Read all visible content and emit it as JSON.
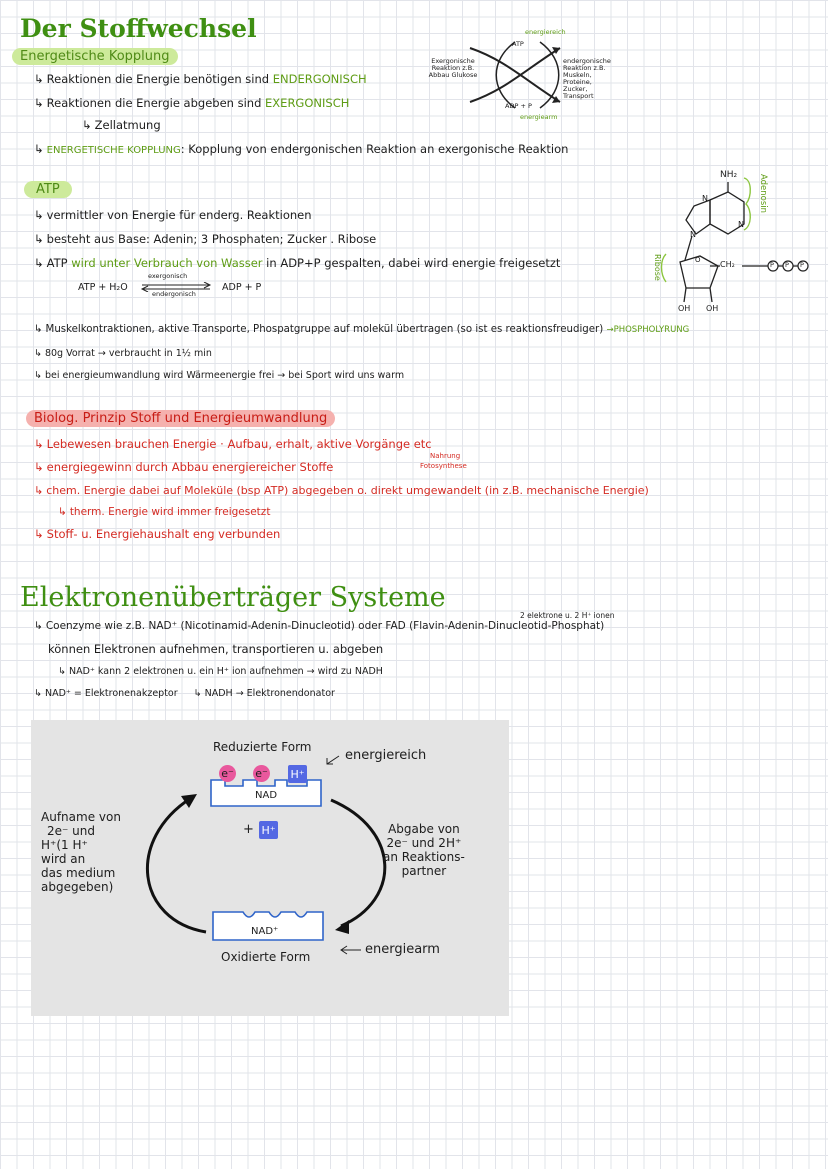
{
  "title": "Der Stoffwechsel",
  "section1": {
    "heading": "Energetische Kopplung",
    "l1_prefix": "Reaktionen die Energie benötigen sind ",
    "l1_term": "ENDERGONISCH",
    "l2_prefix": "Reaktionen die Energie abgeben sind ",
    "l2_term": "EXERGONISCH",
    "l3": "Zellatmung",
    "l4_term": "ENERGETISCHE KOPPLUNG",
    "l4_rest": ": Kopplung von endergonischen Reaktion an exergonische Reaktion"
  },
  "coupling_diagram": {
    "left_label": "Exergonische Reaktion z.B. Abbau Glukose",
    "top_label": "ATP",
    "top_annot": "energiereich",
    "right_label": "endergonische Reaktion z.B. Muskeln, Proteine, Zucker, Transport",
    "bottom_label": "ADP + P",
    "bottom_annot": "energiearm"
  },
  "section2": {
    "heading": "ATP",
    "l1": "vermittler von Energie für enderg. Reaktionen",
    "l2": "besteht aus Base: Adenin; 3 Phosphaten; Zucker . Ribose",
    "l3_a": "ATP ",
    "l3_b": "wird unter Verbrauch von Wasser",
    "l3_c": " in ADP+P gespalten, dabei wird energie freigesetzt",
    "eq_left": "ATP + H₂O",
    "eq_top": "exergonisch",
    "eq_bottom": "endergonisch",
    "eq_right": "ADP + P",
    "l4": "Muskelkontraktionen, aktive Transporte, Phospatgruppe auf molekül übertragen (so ist es reaktionsfreudiger)",
    "l4_term": "PHOSPHOLYRUNG",
    "l5": "80g Vorrat → verbraucht in 1½ min",
    "l6": "bei energieumwandlung wird Wärmeenergie frei → bei Sport wird uns warm"
  },
  "molecule": {
    "nh2": "NH₂",
    "n": "N",
    "ch2": "CH₂",
    "p": "P",
    "o": "O",
    "oh": "OH",
    "adenosin": "Adenosin",
    "ribose": "Ribose"
  },
  "section3": {
    "heading": "Biolog. Prinzip Stoff und Energieumwandlung",
    "l1": "Lebewesen brauchen Energie · Aufbau, erhalt, aktive Vorgänge etc",
    "l2": "energiegewinn durch Abbau energiereicher Stoffe",
    "l2_note1": "Nahrung",
    "l2_note2": "Fotosynthese",
    "l3": "chem. Energie dabei auf Moleküle (bsp ATP) abgegeben o. direkt umgewandelt (in z.B. mechanische Energie)",
    "l4": "therm. Energie wird immer freigesetzt",
    "l5": "Stoff- u. Energiehaushalt eng verbunden"
  },
  "section4": {
    "heading": "Elektronenüberträger Systeme",
    "note": "2 elektrone u. 2 H⁺ ionen",
    "l1": "Coenzyme wie z.B. NAD⁺ (Nicotinamid-Adenin-Dinucleotid) oder FAD (Flavin-Adenin-Dinucleotid-Phosphat)",
    "l2": "können Elektronen aufnehmen, transportieren u. abgeben",
    "l3": "NAD⁺ kann 2 elektronen u. ein H⁺ ion aufnehmen → wird zu NADH",
    "l4a": "NAD⁺ = Elektronenakzeptor",
    "l4b": "NADH → Elektronendonator"
  },
  "nad_diagram": {
    "reduced_label": "Reduzierte Form",
    "energy_high": "energiereich",
    "e1": "e⁻",
    "e2": "e⁻",
    "h_top": "H⁺",
    "nad_top": "NAD",
    "plus": "+",
    "h_mid": "H⁺",
    "left_note": [
      "Aufname von",
      "2e⁻ und",
      "H⁺(1 H⁺",
      "wird an",
      "das medium",
      "abgegeben)"
    ],
    "right_note": [
      "Abgabe von",
      "2e⁻ und 2H⁺",
      "an Reaktions-",
      "partner"
    ],
    "nad_bottom": "NAD⁺",
    "oxidized_label": "Oxidierte Form",
    "energy_low": "energiearm"
  },
  "colors": {
    "green_text": "#4f8b16",
    "green_highlight": "#cdea9b",
    "red_text": "#d42b23",
    "red_highlight": "#f5b1ae",
    "ion_e": "#e9589d",
    "ion_h": "#5468e3",
    "nad_blue": "#2f64c9"
  }
}
